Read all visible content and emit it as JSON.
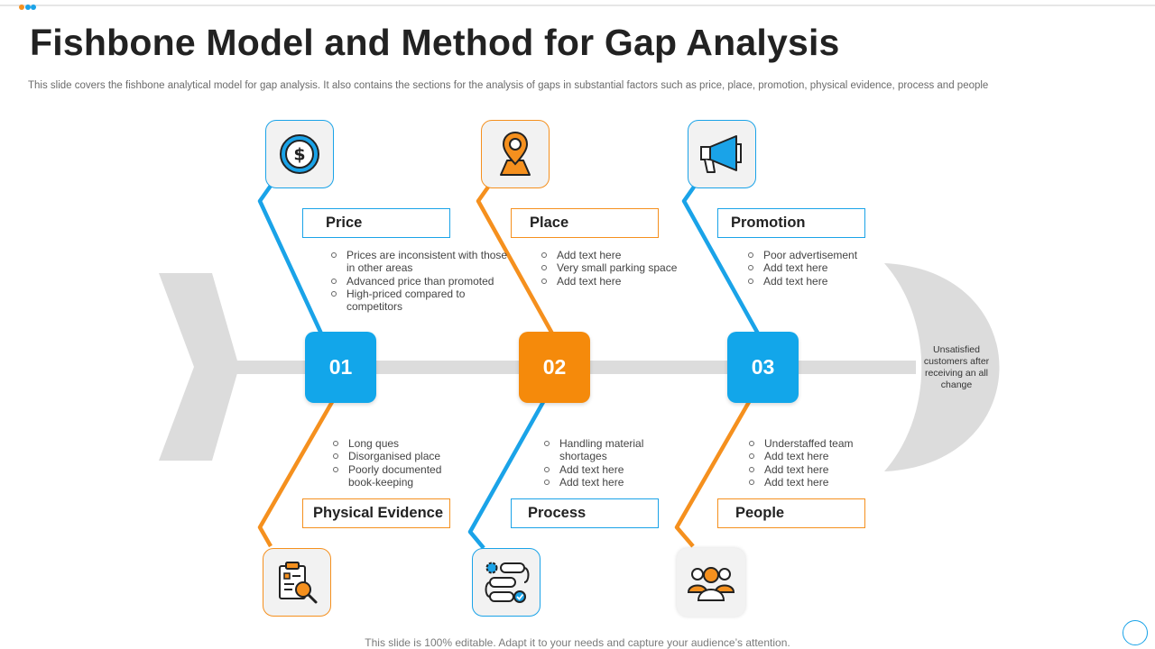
{
  "title": "Fishbone Model and Method for Gap Analysis",
  "subtitle": "This slide covers the fishbone analytical model for gap analysis. It also contains the sections for the analysis of gaps in substantial factors such as price, place, promotion, physical evidence, process and people",
  "head_text": "Unsatisfied customers after receiving an all change",
  "footer": "This slide is 100% editable. Adapt it to your needs and capture your audience’s attention.",
  "colors": {
    "blue": "#1aa3e8",
    "orange": "#f5901e",
    "gray_spine": "#dcdcdc"
  },
  "steps": [
    {
      "number": "01",
      "color": "blue"
    },
    {
      "number": "02",
      "color": "orange"
    },
    {
      "number": "03",
      "color": "blue"
    }
  ],
  "factors_top": [
    {
      "label": "Price",
      "icon": "dollar-coin-icon",
      "bullets": [
        "Prices are inconsistent with those in other areas",
        "Advanced price than promoted",
        "High-priced compared to competitors"
      ]
    },
    {
      "label": "Place",
      "icon": "location-pin-icon",
      "bullets": [
        "Add text here",
        "Very  small parking space",
        "Add text here"
      ]
    },
    {
      "label": "Promotion",
      "icon": "megaphone-icon",
      "bullets": [
        "Poor advertisement",
        "Add text here",
        "Add text here"
      ]
    }
  ],
  "factors_bottom": [
    {
      "label": "Physical Evidence",
      "icon": "clipboard-search-icon",
      "bullets": [
        "Long ques",
        "Disorganised place",
        "Poorly documented book-keeping"
      ]
    },
    {
      "label": "Process",
      "icon": "process-flow-icon",
      "bullets": [
        "Handling material shortages",
        "Add text here",
        "Add text here"
      ]
    },
    {
      "label": "People",
      "icon": "people-group-icon",
      "bullets": [
        "Understaffed team",
        "Add text here",
        "Add text here",
        "Add text here"
      ]
    }
  ]
}
